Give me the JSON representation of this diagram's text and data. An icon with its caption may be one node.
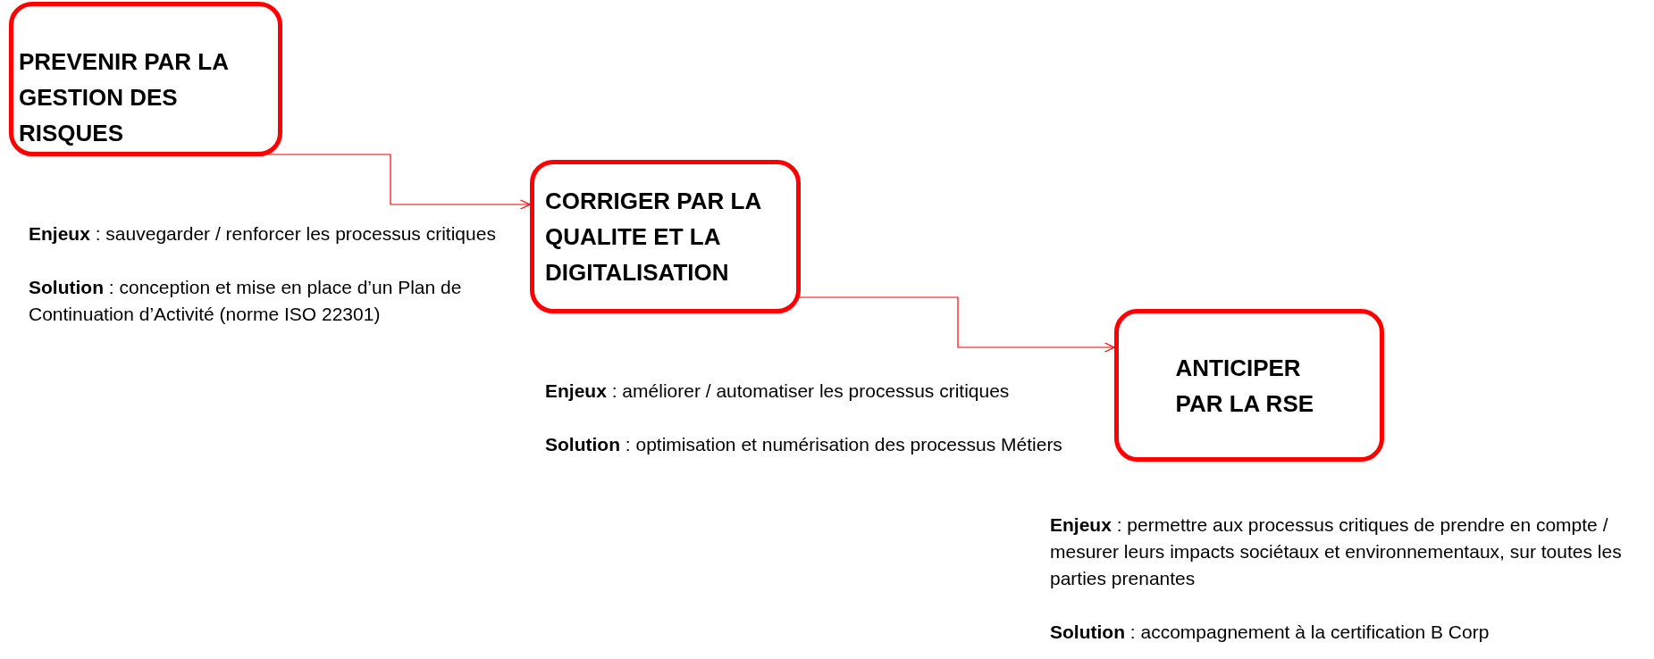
{
  "diagram": {
    "nodes": [
      {
        "text": [
          "PREVENIR PAR LA GESTION DES RISQUES"
        ],
        "beside": [
          "**Enjeux** : sauvegarder / renforcer les processus critiques",
          "**Solution** : conception et mise en place d’un Plan de Continuation d’Activité (norme ISO 22301)"
        ]
      },
      {
        "text": [
          "CORRIGER PAR LA QUALITE ET LA DIGITALISATION"
        ],
        "beside": [
          "**Enjeux** : améliorer / automatiser les processus critiques",
          "**Solution** : optimisation et numérisation des processus Métiers"
        ]
      },
      {
        "text": [
          "ANTICIPER PAR LA RSE"
        ],
        "beside": [
          "**Enjeux** : permettre aux processus critiques de prendre en compte / mesurer leurs impacts sociétaux et environnementaux, sur toutes les parties prenantes",
          "**Solution** : accompagnement à la certification B Corp"
        ]
      }
    ],
    "edges": [
      {
        "from": 0,
        "to": 1,
        "arrow": "to"
      },
      {
        "from": 1,
        "to": 2,
        "arrow": "to"
      }
    ]
  }
}
